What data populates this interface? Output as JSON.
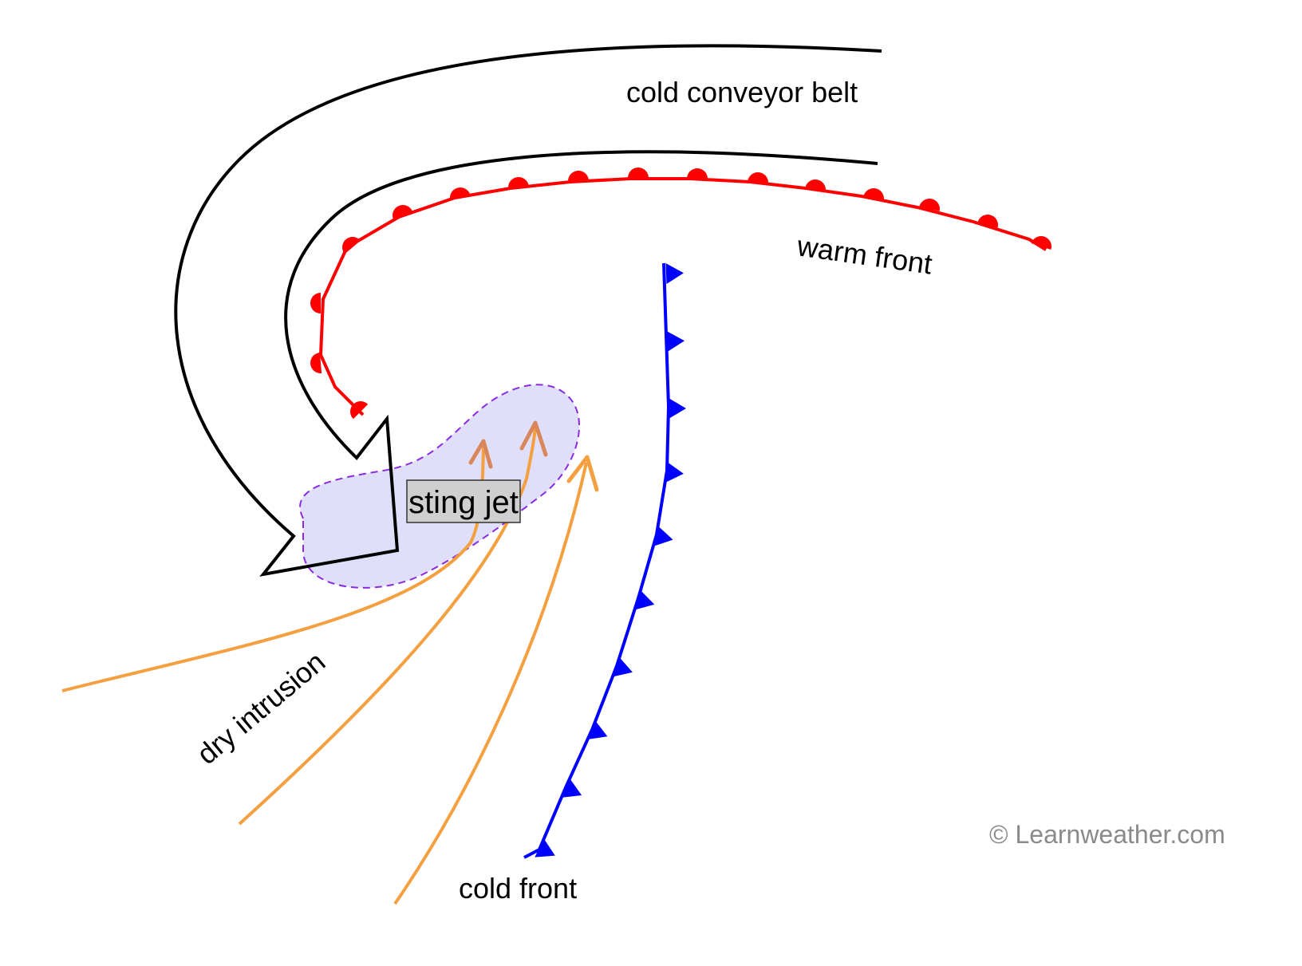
{
  "labels": {
    "cold_conveyor_belt": "cold conveyor belt",
    "warm_front": "warm front",
    "sting_jet": "sting jet",
    "dry_intrusion": "dry intrusion",
    "cold_front": "cold front"
  },
  "credit": "© Learnweather.com",
  "colors": {
    "warm_front": "#ff0000",
    "cold_front": "#0000ff",
    "dry_intrusion_flow": "#f4a040",
    "sting_jet_flow": "#d9875a",
    "sting_jet_region_fill": "#dcdcfa",
    "sting_jet_region_outline": "#8a2be2",
    "conveyor_belt_outline": "#000000"
  }
}
